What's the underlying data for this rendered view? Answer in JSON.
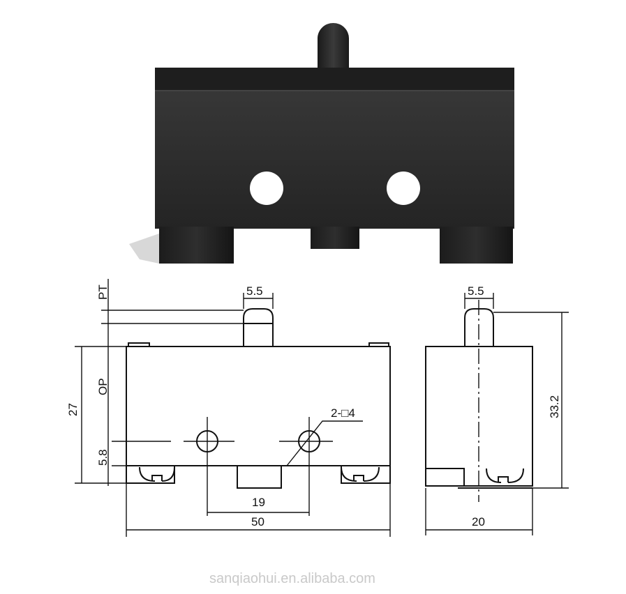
{
  "drawing": {
    "front_view": {
      "plunger_width": "5.5",
      "pt_label": "PT",
      "op_label": "OP",
      "height": "27",
      "hole_offset": "5.8",
      "hole_spec": "2-□4",
      "hole_spacing": "19",
      "width": "50"
    },
    "side_view": {
      "plunger_width": "5.5",
      "height": "33.2",
      "depth": "20"
    }
  },
  "watermark": "sanqiaohui.en.alibaba.com",
  "colors": {
    "body": "#2b2b2b",
    "line": "#111111"
  }
}
